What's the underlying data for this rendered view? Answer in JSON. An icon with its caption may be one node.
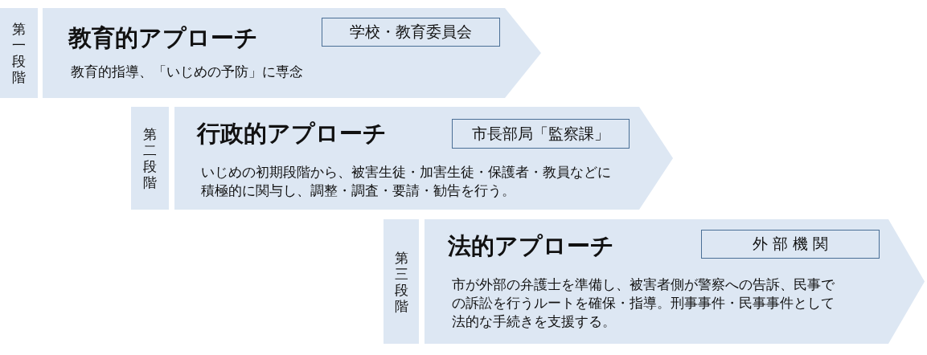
{
  "diagram": {
    "nodes": [
      {
        "text": [
          "第一段階"
        ]
      },
      {
        "text": [
          "教育的アプローチ",
          "教育的指導、「いじめの予防」に専念"
        ]
      },
      {
        "text": [
          "学校・教育委員会"
        ],
        "in": 1
      },
      {
        "text": [
          "第二段階"
        ]
      },
      {
        "text": [
          "行政的アプローチ",
          "いじめの初期段階から、被害生徒・加害生徒・保護者・教員などに積極的に関与し、調整・調査・要請・勧告を行う。"
        ]
      },
      {
        "text": [
          "市長部局「監察課」"
        ],
        "in": 4
      },
      {
        "text": [
          "第三段階"
        ]
      },
      {
        "text": [
          "法的アプローチ",
          "市が外部の弁護士を準備し、被害者側が警察への告訴、民事での訴訟を行うルートを確保・指導。刑事事件・民事事件として法的な手続きを支援する。"
        ]
      },
      {
        "text": [
          "外 部 機 関"
        ],
        "in": 7
      }
    ]
  }
}
